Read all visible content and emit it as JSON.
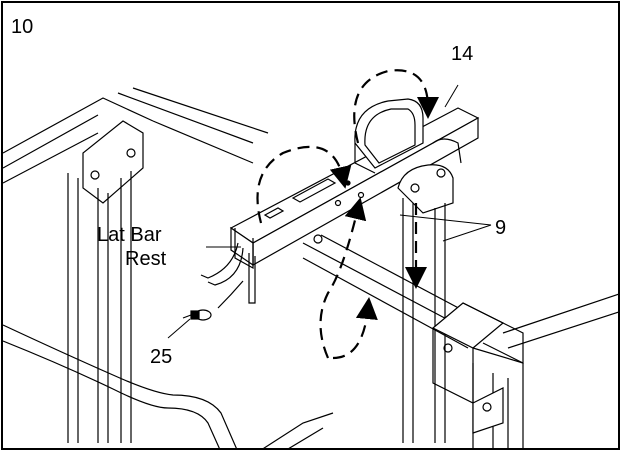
{
  "step_number": "10",
  "callouts": {
    "crossbar": "14",
    "brackets": "9",
    "lat_bar_rest_line1": "Lat Bar",
    "lat_bar_rest_line2": "Rest",
    "pin": "25"
  }
}
